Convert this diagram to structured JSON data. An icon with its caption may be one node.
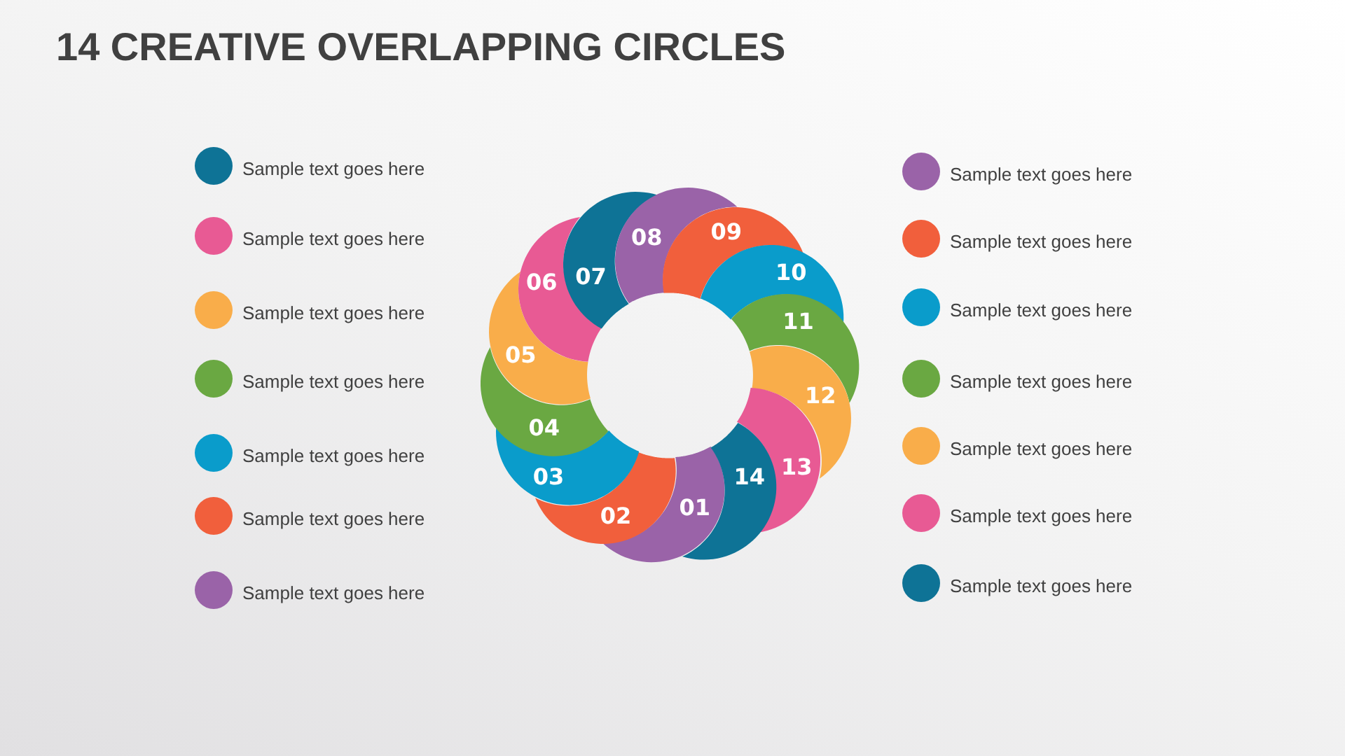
{
  "diagram": {
    "title": "14 CREATIVE OVERLAPPING CIRCLES",
    "nodes": [
      {
        "text": [
          "01"
        ]
      },
      {
        "text": [
          "02"
        ]
      },
      {
        "text": [
          "03"
        ]
      },
      {
        "text": [
          "04"
        ]
      },
      {
        "text": [
          "05"
        ]
      },
      {
        "text": [
          "06"
        ]
      },
      {
        "text": [
          "07"
        ]
      },
      {
        "text": [
          "08"
        ]
      },
      {
        "text": [
          "09"
        ]
      },
      {
        "text": [
          "10"
        ]
      },
      {
        "text": [
          "11"
        ]
      },
      {
        "text": [
          "12"
        ]
      },
      {
        "text": [
          "13"
        ]
      },
      {
        "text": [
          "14"
        ]
      }
    ],
    "legend": [
      {
        "text": "Sample text goes here",
        "color": "#0e7396"
      },
      {
        "text": "Sample text goes here",
        "color": "#e85a94"
      },
      {
        "text": "Sample text goes here",
        "color": "#f9ad4a"
      },
      {
        "text": "Sample text goes here",
        "color": "#6aa842"
      },
      {
        "text": "Sample text goes here",
        "color": "#0a9ccb"
      },
      {
        "text": "Sample text goes here",
        "color": "#f15f3c"
      },
      {
        "text": "Sample text goes here",
        "color": "#9a63a8"
      },
      {
        "text": "Sample text goes here",
        "color": "#9a63a8"
      },
      {
        "text": "Sample text goes here",
        "color": "#f15f3c"
      },
      {
        "text": "Sample text goes here",
        "color": "#0a9ccb"
      },
      {
        "text": "Sample text goes here",
        "color": "#6aa842"
      },
      {
        "text": "Sample text goes here",
        "color": "#f9ad4a"
      },
      {
        "text": "Sample text goes here",
        "color": "#e85a94"
      },
      {
        "text": "Sample text goes here",
        "color": "#0e7396"
      }
    ]
  }
}
